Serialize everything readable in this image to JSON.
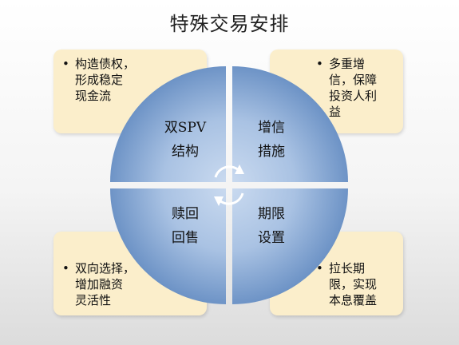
{
  "title": "特殊交易安排",
  "quadrants": {
    "top_left": {
      "line1": "双SPV",
      "line2": "结构"
    },
    "top_right": {
      "line1": "增信",
      "line2": "措施"
    },
    "bottom_left": {
      "line1": "赎回",
      "line2": "回售"
    },
    "bottom_right": {
      "line1": "期限",
      "line2": "设置"
    }
  },
  "notes": {
    "top_left": {
      "bullet": "•",
      "lines": [
        "构造债权，",
        "形成稳定",
        "现金流"
      ]
    },
    "top_right": {
      "bullet": "•",
      "lines": [
        "多重增",
        "信，保障",
        "投资人利",
        "益"
      ]
    },
    "bottom_left": {
      "bullet": "•",
      "lines": [
        "双向选择，",
        "增加融资",
        "灵活性"
      ]
    },
    "bottom_right": {
      "bullet": "•",
      "lines": [
        "拉长期",
        "限，实现",
        "本息覆盖"
      ]
    }
  },
  "colors": {
    "note_bg": "#fbeecb",
    "circle_light": "#a9c2e3",
    "circle_dark": "#6d93c6"
  },
  "icons": [
    "cycle-arrows-icon"
  ]
}
